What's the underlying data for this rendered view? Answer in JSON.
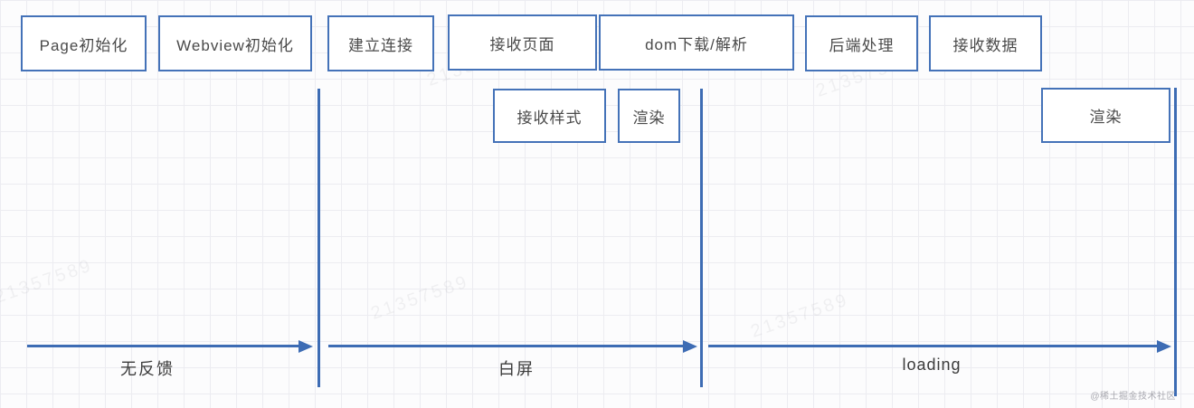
{
  "diagram": {
    "stages_row1": [
      {
        "label": "Page初始化"
      },
      {
        "label": "Webview初始化"
      },
      {
        "label": "建立连接"
      },
      {
        "label": "接收页面"
      },
      {
        "label": "dom下载/解析"
      },
      {
        "label": "后端处理"
      },
      {
        "label": "接收数据"
      }
    ],
    "stages_row2": [
      {
        "label": "接收样式"
      },
      {
        "label": "渲染"
      },
      {
        "label": "渲染"
      }
    ],
    "phases": [
      {
        "label": "无反馈"
      },
      {
        "label": "白屏"
      },
      {
        "label": "loading"
      }
    ],
    "watermark_diagonal": "21357589",
    "credit": "@稀土掘金技术社区",
    "colors": {
      "accent_border": "#4472b8",
      "accent_line": "#3d6cb4",
      "box_text": "#4a4a4a",
      "grid_line": "#ececf1",
      "background": "#fcfcfd"
    }
  }
}
